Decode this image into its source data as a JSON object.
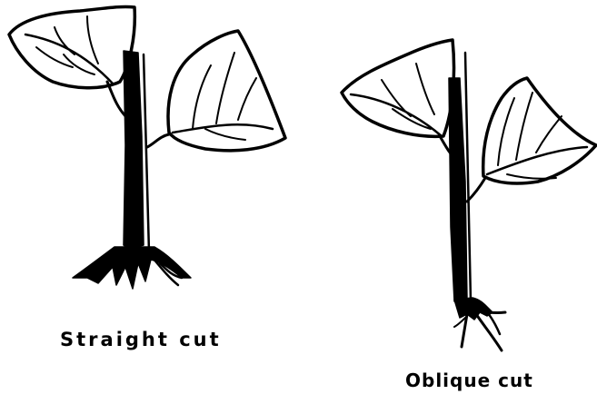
{
  "figures": [
    {
      "id": "straight",
      "caption": "Straight cut"
    },
    {
      "id": "oblique",
      "caption": "Oblique cut"
    }
  ],
  "colors": {
    "ink": "#000000",
    "paper": "#ffffff"
  }
}
